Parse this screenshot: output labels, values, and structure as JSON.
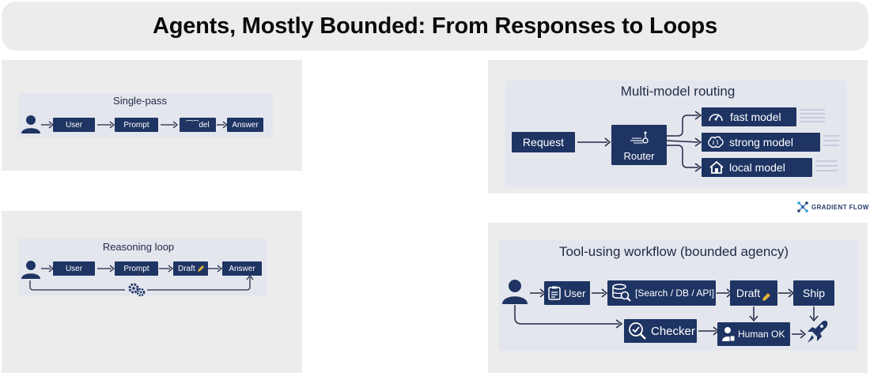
{
  "title": "Agents, Mostly Bounded: From Responses to Loops",
  "single_pass": {
    "title": "Single-pass",
    "nodes": [
      "User",
      "Prompt",
      "⁀⁀del",
      "Answer"
    ]
  },
  "reasoning_loop": {
    "title": "Reasoning loop",
    "nodes": [
      "User",
      "Prompt",
      "Draft",
      "Answer"
    ]
  },
  "routing": {
    "title": "Multi-model routing",
    "request": "Request",
    "router": "Router",
    "models": [
      "fast model",
      "strong model",
      "local model"
    ]
  },
  "tool_workflow": {
    "title": "Tool-using workflow (bounded agency)",
    "user": "User",
    "search": "[Search / DB / API]",
    "draft": "Draft",
    "ship": "Ship",
    "checker": "Checker",
    "human": "Human OK"
  },
  "brand": "GRADIENT FLOW",
  "icons": [
    "person-icon",
    "gears-icon",
    "pencil-icon",
    "gauge-icon",
    "brain-icon",
    "home-icon",
    "router-icon",
    "clipboard-icon",
    "database-search-icon",
    "magnifier-check-icon",
    "human-icon",
    "rocket-icon",
    "network-logo-icon"
  ],
  "colors": {
    "node": "#1e3463",
    "panel": "#ececed",
    "inner": "#e4e6ee",
    "pencil": "#e0b43a"
  }
}
